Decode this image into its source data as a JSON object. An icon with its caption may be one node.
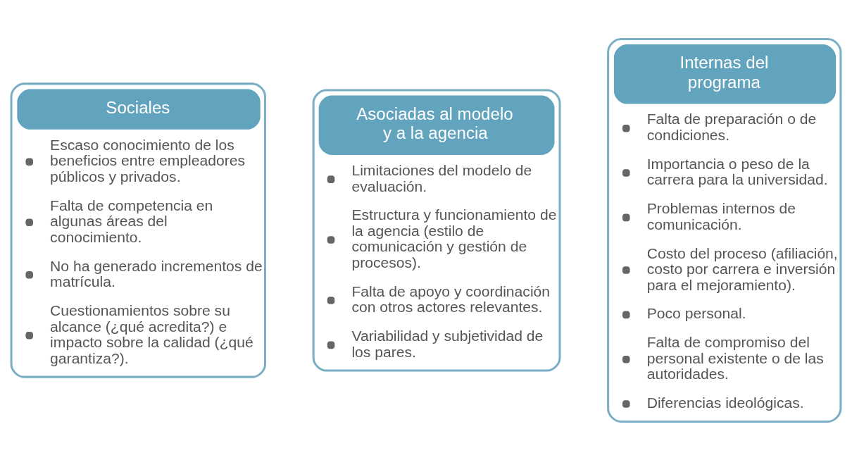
{
  "diagram": {
    "nodes": [
      {
        "text": [
          "Sociales",
          "Escaso conocimiento de los beneficios entre empleadores públicos y privados.",
          "Falta de competencia en algunas áreas del conocimiento.",
          "No ha generado incrementos de matrícula.",
          "Cuestionamientos sobre su alcance (¿qué acredita?) e impacto sobre la calidad (¿qué garantiza?)."
        ]
      },
      {
        "text": [
          "Asociadas al modelo y a la agencia",
          "Limitaciones del modelo de evaluación.",
          "Estructura y funcionamiento de la agencia (estilo de comunicación y gestión de procesos).",
          "Falta de apoyo y coordinación con otros actores relevantes.",
          "Variabilidad y subjetividad de los pares."
        ]
      },
      {
        "text": [
          "Internas del programa",
          "Falta de preparación o de condiciones.",
          "Importancia o peso de la carrera para la universidad.",
          "Problemas internos de comunicación.",
          "Costo del proceso (afiliación, costo por carrera e inversión para el mejoramiento).",
          "Poco personal.",
          "Falta de compromiso del personal existente o de las autoridades.",
          "Diferencias ideológicas."
        ]
      }
    ],
    "edges": []
  }
}
